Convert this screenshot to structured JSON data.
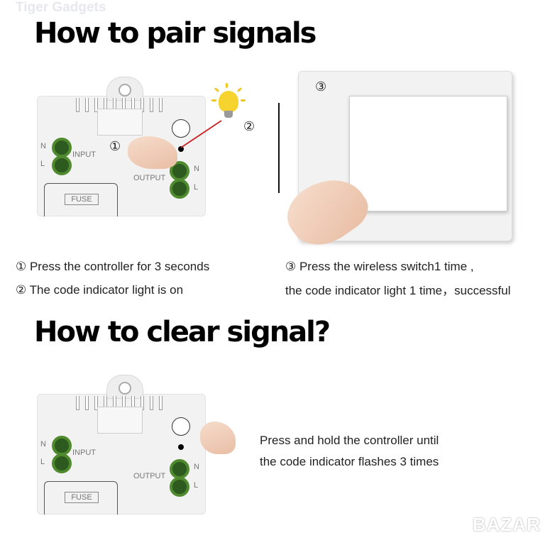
{
  "watermark": "Tiger Gadgets",
  "pair_section": {
    "title": "How to pair signals",
    "markers": [
      "①",
      "②",
      "③"
    ],
    "controller": {
      "input_label": "INPUT",
      "output_label": "OUTPUT",
      "n": "N",
      "l": "L",
      "fuse": "FUSE"
    },
    "steps": [
      "① Press the controller for 3 seconds",
      "② The code indicator light is on",
      "③ Press the wireless switch1 time ,",
      "the code indicator light 1 time，successful"
    ]
  },
  "clear_section": {
    "title": "How to clear signal?",
    "controller": {
      "input_label": "INPUT",
      "output_label": "OUTPUT",
      "n": "N",
      "l": "L",
      "fuse": "FUSE"
    },
    "instructions": [
      "Press and hold the controller until",
      "the code indicator flashes 3 times"
    ]
  },
  "corner_logo": "BAZAR",
  "colors": {
    "terminal": "#4f8a2e",
    "bulb": "#f7d330",
    "line": "#cc1f1f"
  }
}
